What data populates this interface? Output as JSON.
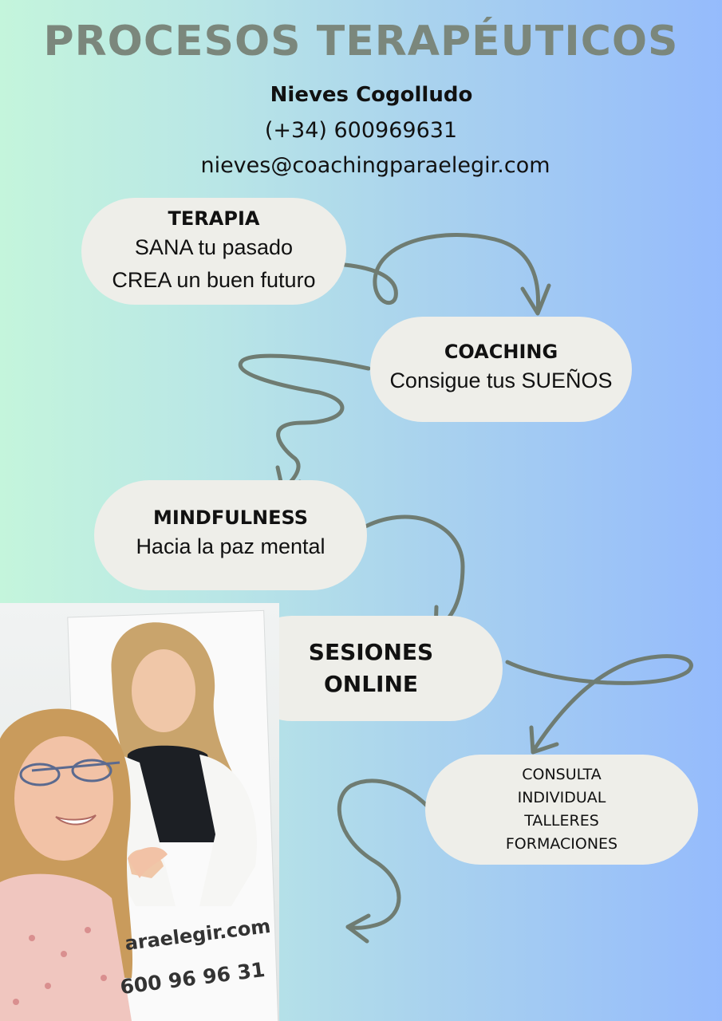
{
  "title": "PROCESOS TERAPÉUTICOS",
  "contact": {
    "name": "Nieves Cogolludo",
    "phone": "(+34) 600969631",
    "email": "nieves@coachingparaelegir.com"
  },
  "steps": [
    {
      "heading": "TERAPIA",
      "lines": [
        "SANA tu pasado",
        "CREA un buen futuro"
      ]
    },
    {
      "heading": "COACHING",
      "lines": [
        "Consigue tus SUEÑOS"
      ]
    },
    {
      "heading": "MINDFULNESS",
      "lines": [
        "Hacia la paz mental"
      ]
    },
    {
      "heading_lines": [
        "SESIONES",
        "ONLINE"
      ]
    },
    {
      "lines": [
        "CONSULTA",
        "INDIVIDUAL",
        "TALLERES",
        "FORMACIONES"
      ]
    }
  ],
  "photo": {
    "banner_url": "araelegir.com",
    "banner_phone": "600 96 96 31"
  },
  "colors": {
    "title": "#7b877c",
    "pill": "#eeeee9",
    "arrow": "#6f7c72",
    "bg_left": "#c4f5dc",
    "bg_right": "#95bbfc"
  }
}
